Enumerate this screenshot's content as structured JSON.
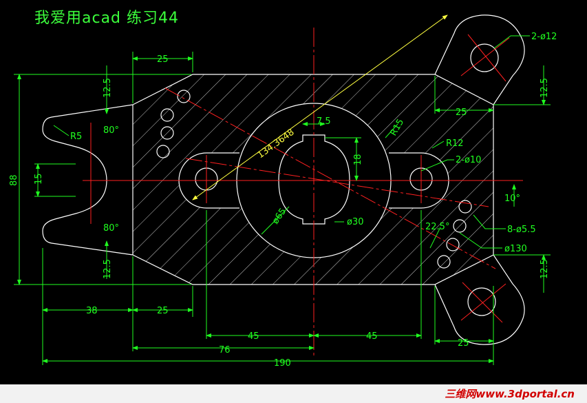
{
  "title": "我爱用acad 练习44",
  "watermark": "三维网www.3dportal.cn",
  "dimensions": {
    "d25_top": "25",
    "d12_5_left_top": "12.5",
    "d88": "88",
    "d15": "15",
    "d12_5_left_bot": "12.5",
    "d80_top": "80°",
    "d80_bot": "80°",
    "r5": "R5",
    "d38": "38",
    "d25_bot": "25",
    "d45_left": "45",
    "d45_right": "45",
    "d76": "76",
    "d190": "190",
    "d134": "134.3648",
    "d7_5": "7.5",
    "d18": "18",
    "r15": "R15",
    "r12": "R12",
    "hole2_10": "2-ø10",
    "hole2_12": "2-ø12",
    "d12_5_right_top": "12.5",
    "d25_right_top": "25",
    "d10": "10°",
    "d22_5": "22.5°",
    "hole8_5_5": "8-ø5.5",
    "d130": "ø130",
    "d65": "ø65",
    "d30": "ø30",
    "d12_5_right_bot": "12.5",
    "d25_right_bot": "25"
  },
  "colors": {
    "outline": "#ffffff",
    "centerline": "#ff2020",
    "dimension": "#20ff20",
    "dim_text": "#20ff20",
    "leader": "#ffff40",
    "background": "#000000"
  }
}
